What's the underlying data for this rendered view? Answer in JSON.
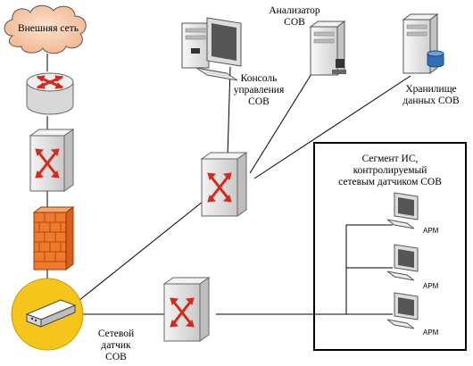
{
  "labels": {
    "external_network": "Внешняя сеть",
    "console": [
      "Консоль",
      "управления",
      "СОВ"
    ],
    "analyzer": [
      "Анализатор",
      "СОВ"
    ],
    "storage": [
      "Хранилище",
      "данных СОВ"
    ],
    "segment": [
      "Сегмент ИС,",
      "контролируемый",
      "сетевым датчиком СОВ"
    ],
    "sensor": [
      "Сетевой",
      "датчик",
      "СОВ"
    ],
    "workstations": [
      "АРМ",
      "АРМ",
      "АРМ"
    ]
  },
  "colors": {
    "cloud_fill": "#f7c9a8",
    "router_fill": "#e8e8e8",
    "switch_fill": "#e6e6e6",
    "arrow_red": "#d42a1c",
    "firewall": "#f07a2c",
    "sensor_halo": "#f6c51c",
    "segment_border": "#000000"
  },
  "icons": [
    "cloud-icon",
    "router-icon",
    "switch-icon",
    "firewall-icon",
    "server-icon",
    "computer-icon",
    "storage-icon"
  ]
}
